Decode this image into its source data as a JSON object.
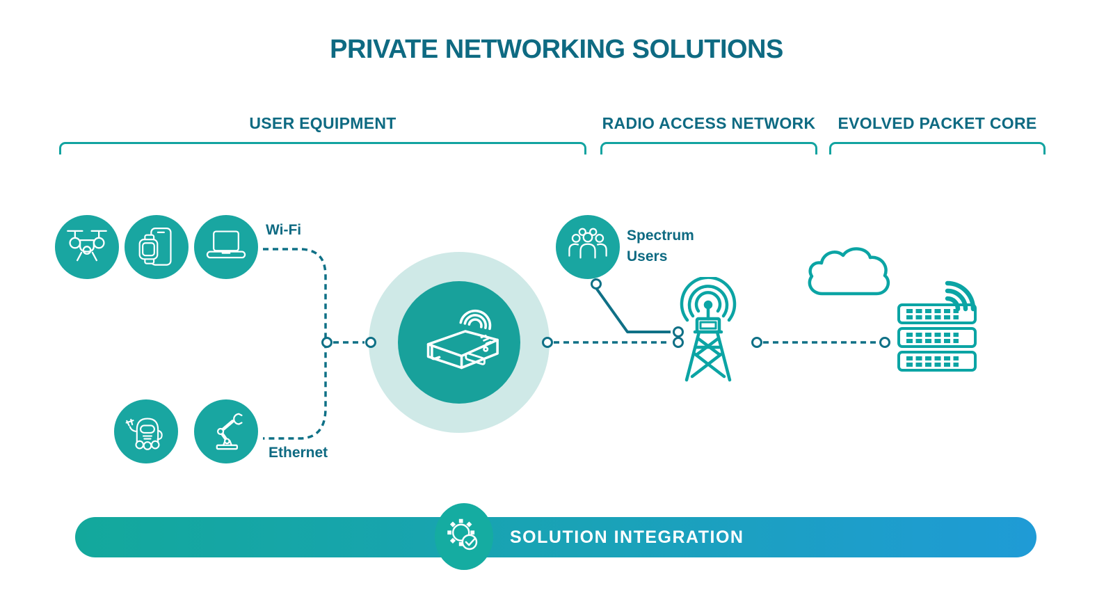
{
  "title": "PRIVATE NETWORKING SOLUTIONS",
  "sections": [
    {
      "label": "USER EQUIPMENT"
    },
    {
      "label": "RADIO ACCESS NETWORK"
    },
    {
      "label": "EVOLVED PACKET CORE"
    }
  ],
  "labels": {
    "wifi": "Wi-Fi",
    "ethernet": "Ethernet",
    "spectrum_users": "Spectrum Users"
  },
  "footer": {
    "label": "SOLUTION INTEGRATION"
  },
  "icons": {
    "user_equipment": [
      "drone-icon",
      "smartwatch-phone-icon",
      "laptop-icon",
      "robot-icon",
      "robot-arm-icon"
    ],
    "hub": "router-device-icon",
    "radio_access_network": [
      "users-group-icon",
      "cell-tower-icon"
    ],
    "evolved_packet_core": [
      "cloud-icon",
      "server-rack-icon",
      "wireless-signal-icon"
    ],
    "footer": "gear-check-icon"
  },
  "colors": {
    "accent_teal": "#19a6a1",
    "dark_teal_text": "#0e6a82",
    "icon_teal": "#0ba4a4",
    "connector": "#0f7086",
    "hub_ring": "#cfe9e7",
    "hub_inner": "#18a19b",
    "bar_gradient_start": "#13a89c",
    "bar_gradient_end": "#1f9bd6"
  }
}
